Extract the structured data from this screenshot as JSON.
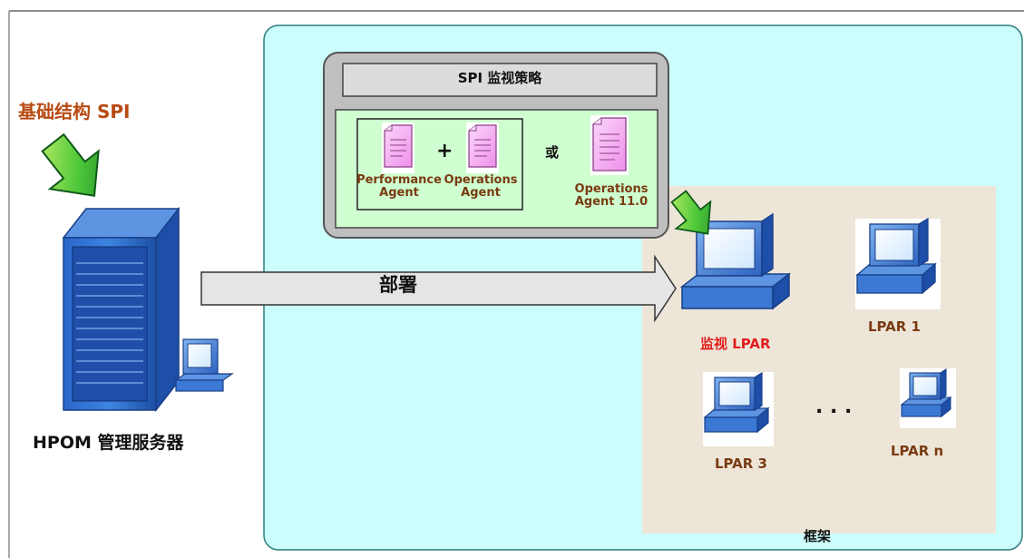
{
  "diagram": {
    "infra_spi_label": "基础结构 SPI",
    "server_label": "HPOM 管理服务器",
    "deploy_label": "部署",
    "policy_title": "SPI 监视策略",
    "plus_symbol": "+",
    "or_label": "或",
    "performance_agent_label": [
      "Performance",
      "Agent"
    ],
    "operations_agent_label": [
      "Operations",
      "Agent"
    ],
    "operations_agent_11_label": [
      "Operations",
      "Agent 11.0"
    ],
    "monitor_lpar_label": "监视 LPAR",
    "lpar1_label": "LPAR 1",
    "lpar3_label": "LPAR 3",
    "lparn_label": "LPAR n",
    "ellipsis": ". . .",
    "frame_label": "框架"
  },
  "colors": {
    "cloud_region": "#ccfdfd",
    "frame_area": "#ede6d8",
    "policy_panel": "#bfbfbf",
    "policy_inner": "#cfffd0",
    "arrow_fill": "#e5e5e5",
    "doc_pink": "#f3a6f2",
    "monitor_blue": "#2f6fd0",
    "download_green": "#46c33a"
  }
}
